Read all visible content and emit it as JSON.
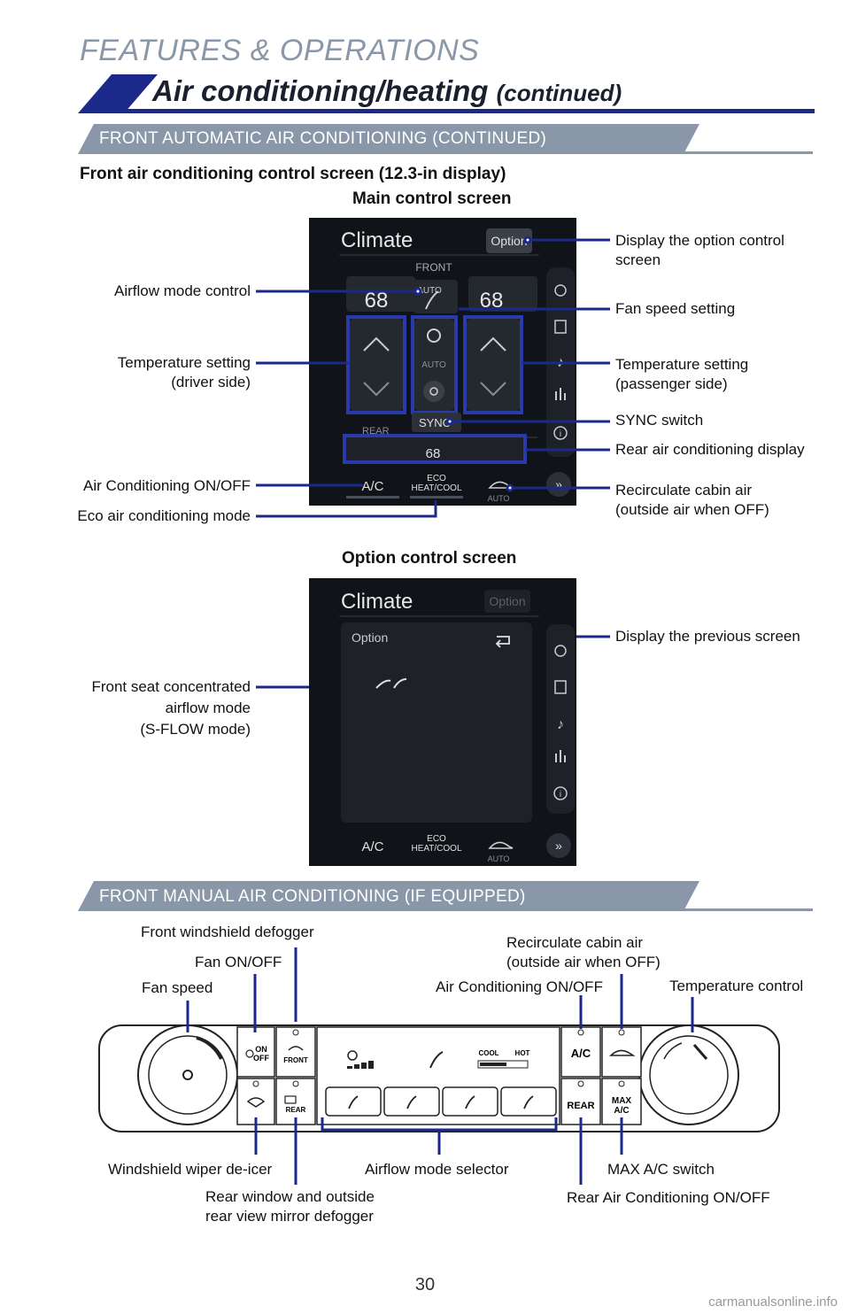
{
  "header": {
    "section": "FEATURES & OPERATIONS",
    "title": "Air conditioning/heating",
    "title_suffix": "(continued)"
  },
  "banners": {
    "auto": "FRONT AUTOMATIC AIR CONDITIONING (CONTINUED)",
    "manual": "FRONT MANUAL AIR CONDITIONING (IF EQUIPPED)"
  },
  "subheads": {
    "display": "Front air conditioning control screen (12.3-in display)",
    "main": "Main control screen",
    "option": "Option control screen"
  },
  "main_screen": {
    "title": "Climate",
    "option_button": "Option",
    "front": "FRONT",
    "temp_left": "68",
    "temp_right": "68",
    "auto": "AUTO",
    "sync": "SYNC",
    "rear": "REAR",
    "rear_temp": "68",
    "ac": "A/C",
    "eco_line1": "ECO",
    "eco_line2": "HEAT/COOL",
    "recirc_auto": "AUTO"
  },
  "option_screen": {
    "title": "Climate",
    "option_button": "Option",
    "panel_title": "Option",
    "ac": "A/C",
    "eco_line1": "ECO",
    "eco_line2": "HEAT/COOL",
    "recirc_auto": "AUTO"
  },
  "main_labels": {
    "airflow": "Airflow mode control",
    "temp_driver_1": "Temperature setting",
    "temp_driver_2": "(driver side)",
    "ac": "Air Conditioning ON/OFF",
    "eco": "Eco air conditioning mode",
    "option_1": "Display the option control",
    "option_2": "screen",
    "fan": "Fan speed setting",
    "temp_pass_1": "Temperature setting",
    "temp_pass_2": "(passenger side)",
    "sync": "SYNC switch",
    "rear": "Rear air conditioning display",
    "recirc_1": "Recirculate cabin air",
    "recirc_2": "(outside air when OFF)"
  },
  "option_labels": {
    "previous": "Display the previous screen",
    "sflow_1": "Front seat concentrated",
    "sflow_2": "airflow mode",
    "sflow_3": "(S-FLOW mode)"
  },
  "manual_labels": {
    "front_defog": "Front windshield defogger",
    "fan_onoff": "Fan ON/OFF",
    "fan_speed": "Fan speed",
    "recirc_1": "Recirculate cabin air",
    "recirc_2": "(outside air when OFF)",
    "ac": "Air Conditioning ON/OFF",
    "temp": "Temperature control",
    "wiper": "Windshield wiper de-icer",
    "rear_defog_1": "Rear window and outside",
    "rear_defog_2": "rear view mirror defogger",
    "airflow": "Airflow mode selector",
    "max_ac": "MAX A/C switch",
    "rear_ac": "Rear Air Conditioning ON/OFF"
  },
  "panel": {
    "on": "ON",
    "off": "OFF",
    "front": "FRONT",
    "rear": "REAR",
    "cool": "COOL",
    "hot": "HOT",
    "ac": "A/C",
    "rear_btn": "REAR",
    "max": "MAX",
    "max_ac": "A/C"
  },
  "page_number": "30",
  "watermark": "carmanualsonline.info",
  "colors": {
    "accent": "#1b2a8a",
    "banner": "#8a97a8",
    "screen_bg": "#0c0e12",
    "highlight": "#2a3aa8"
  }
}
